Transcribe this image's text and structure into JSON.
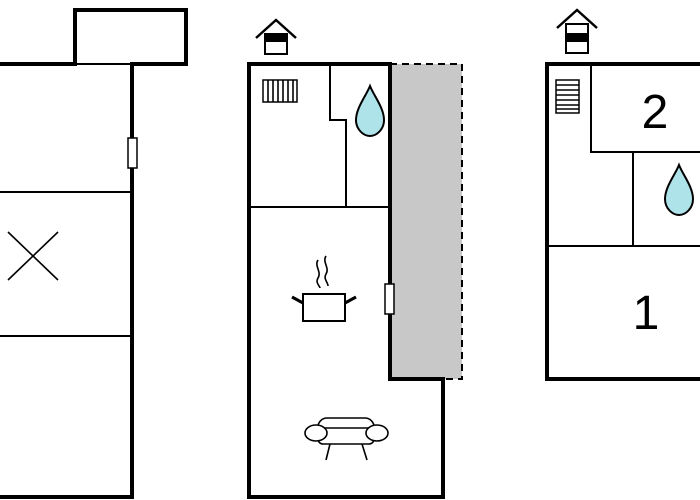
{
  "floors": [
    {
      "id": "floor-left",
      "rooms": []
    },
    {
      "id": "floor-middle",
      "rooms": []
    },
    {
      "id": "floor-right",
      "rooms": [
        {
          "label": "2"
        },
        {
          "label": "1"
        }
      ]
    }
  ],
  "colors": {
    "walls": "#000000",
    "background": "#ffffff",
    "water": "#aee3ea",
    "terrace": "#c8c8c8"
  },
  "icons": [
    "house-entrance-icon",
    "radiator-icon",
    "water-drop-icon",
    "cooking-pot-icon",
    "sofa-icon",
    "stairs-icon",
    "void-cross-icon",
    "door-icon"
  ]
}
